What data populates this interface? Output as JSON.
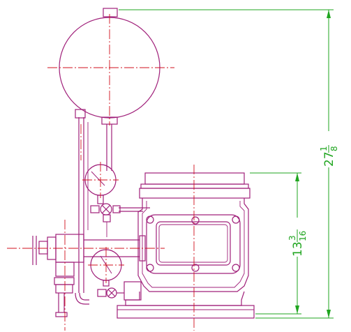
{
  "drawing": {
    "colors": {
      "part": "#a0207a",
      "centerline": "#d0101c",
      "dimension": "#1fa51f",
      "background": "#ffffff"
    },
    "dimensions": {
      "overall_height": {
        "whole": "27",
        "numerator": "1",
        "denominator": "8"
      },
      "body_height": {
        "whole": "13",
        "numerator": "3",
        "denominator": "16"
      }
    }
  }
}
